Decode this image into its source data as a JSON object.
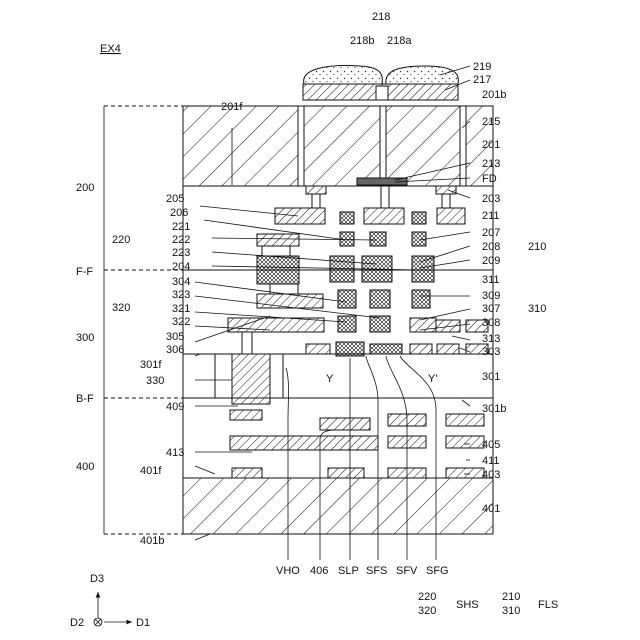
{
  "figure": {
    "id_label": "EX4",
    "labels": {
      "l218": "218",
      "l218b": "218b",
      "l218a": "218a",
      "l219": "219",
      "l217": "217",
      "l201b": "201b",
      "l201f": "201f",
      "l215": "215",
      "l201": "201",
      "l213": "213",
      "lFD": "FD",
      "l203": "203",
      "l211": "211",
      "l207": "207",
      "l208": "208",
      "l209": "209",
      "l210": "210",
      "l205": "205",
      "l206": "206",
      "l221": "221",
      "l222": "222",
      "l223": "223",
      "l220": "220",
      "l204": "204",
      "l200": "200",
      "lFF": "F-F",
      "l311": "311",
      "l304": "304",
      "l323": "323",
      "l321": "321",
      "l322": "322",
      "l320": "320",
      "l309": "309",
      "l307": "307",
      "l308": "308",
      "l310": "310",
      "l305": "305",
      "l306": "306",
      "l300": "300",
      "l313": "313",
      "l303": "303",
      "l301f": "301f",
      "l330": "330",
      "l301": "301",
      "lY": "Y",
      "lYp": "Y'",
      "lBF": "B-F",
      "l409": "409",
      "l301b": "301b",
      "l405": "405",
      "l413": "413",
      "l411": "411",
      "l400": "400",
      "l401f": "401f",
      "l403": "403",
      "l401": "401",
      "l401b": "401b",
      "lVHO": "VHO",
      "l406": "406",
      "lSLP": "SLP",
      "lSFS": "SFS",
      "lSFV": "SFV",
      "lSFG": "SFG"
    },
    "axes": {
      "d3": "D3",
      "d2": "D2",
      "d1": "D1"
    },
    "legend": {
      "shs_a": "220",
      "shs_b": "320",
      "shs_label": "SHS",
      "fls_a": "210",
      "fls_b": "310",
      "fls_label": "FLS"
    },
    "colors": {
      "line": "#111111",
      "background": "#ffffff",
      "texture": "#e8e4df"
    }
  }
}
